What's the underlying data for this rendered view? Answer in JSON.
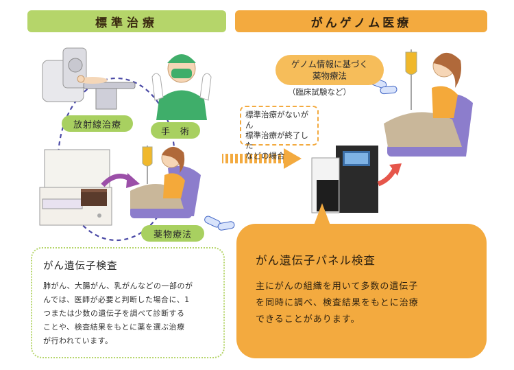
{
  "headers": {
    "standard": "標準治療",
    "genome": "がんゲノム医療"
  },
  "standard_labels": {
    "radiation": "放射線治療",
    "surgery": "手　術",
    "drug": "薬物療法"
  },
  "note": {
    "lines": [
      "標準治療がないがん",
      "標準治療が終了した",
      "などの場合"
    ]
  },
  "genome_bubble": {
    "lines": [
      "ゲノム情報に基づく",
      "薬物療法"
    ]
  },
  "trial_note": "（臨床試験など）",
  "left_box": {
    "title": "がん遺伝子検査",
    "lines": [
      "肺がん、大腸がん、乳がんなどの一部のが",
      "んでは、医師が必要と判断した場合に、1",
      "つまたは少数の遺伝子を調べて診断する",
      "ことや、検査結果をもとに薬を選ぶ治療",
      "が行われています。"
    ]
  },
  "right_box": {
    "title": "がん遺伝子パネル検査",
    "lines": [
      "主にがんの組織を用いて多数の遺伝子",
      "を同時に調べ、検査結果をもとに治療",
      "できることがあります。"
    ]
  },
  "colors": {
    "green": "#b5d56a",
    "orange": "#f3aa3f",
    "purple": "#9b4fa8",
    "dash": "#4b4aa6"
  }
}
